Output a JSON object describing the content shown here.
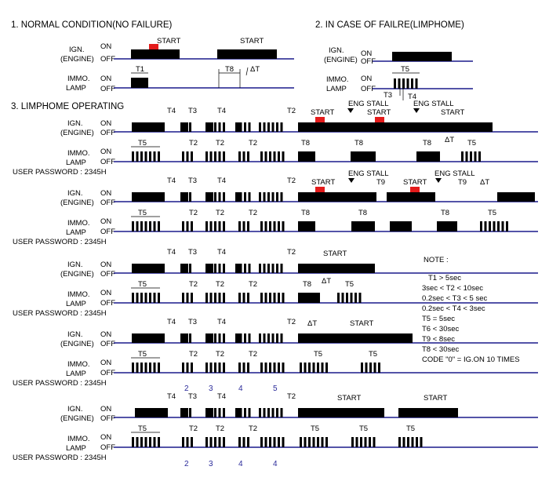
{
  "sections": {
    "normal": "1. NORMAL CONDITION(NO FAILURE)",
    "failure": "2. IN CASE OF FAILRE(LIMPHOME)",
    "limphome": "3. LIMPHOME OPERATING"
  },
  "labels": {
    "ign": "IGN.",
    "engine": "(ENGINE)",
    "immo": "IMMO.",
    "lamp": "LAMP",
    "on": "ON",
    "off": "OFF",
    "start": "START",
    "eng_stall": "ENG STALL",
    "user_password": "USER PASSWORD : 2345H",
    "delta_t": "ΔT"
  },
  "timers": [
    "T1",
    "T2",
    "T3",
    "T4",
    "T5",
    "T8",
    "T9"
  ],
  "digits": [
    "2",
    "3",
    "4",
    "5"
  ],
  "note": {
    "title": "NOTE :",
    "lines": [
      "T1 > 5sec",
      "3sec < T2 < 10sec",
      "0.2sec < T3 < 5 sec",
      "0.2sec < T4 < 3sec",
      "T5 = 5sec",
      "T6 < 30sec",
      "T9 < 8sec",
      "T8 < 30sec",
      "CODE \"0\" = IG.ON 10 TIMES"
    ]
  }
}
